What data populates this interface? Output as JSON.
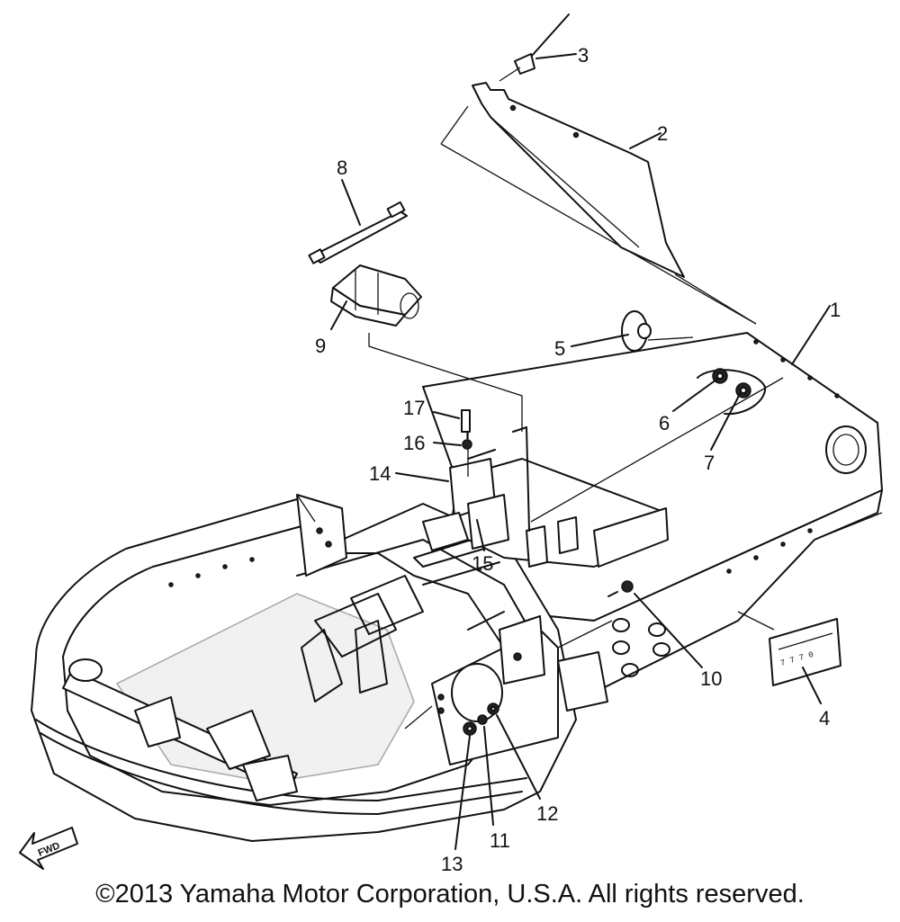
{
  "callouts": {
    "c1": "1",
    "c2": "2",
    "c3": "3",
    "c4": "4",
    "c5": "5",
    "c6": "6",
    "c7": "7",
    "c8": "8",
    "c9": "9",
    "c10": "10",
    "c11": "11",
    "c12": "12",
    "c13": "13",
    "c14": "14",
    "c15": "15",
    "c16": "16",
    "c17": "17"
  },
  "fwd_label": "FWD",
  "copyright": "©2013 Yamaha Motor Corporation, U.S.A. All rights reserved."
}
